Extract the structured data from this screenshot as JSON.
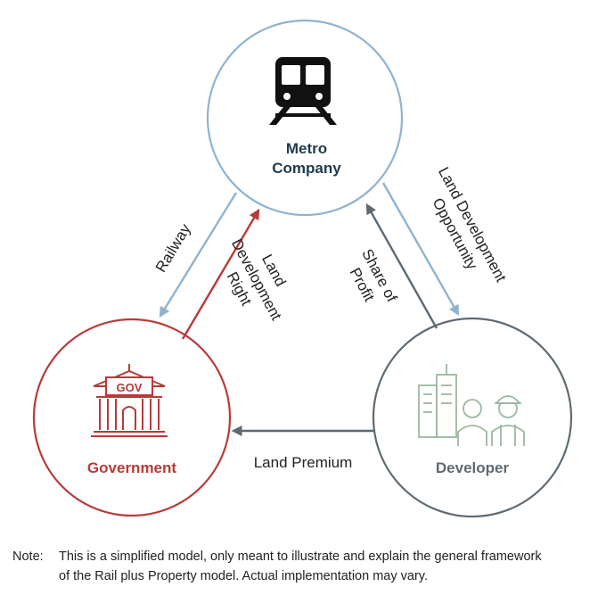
{
  "nodes": {
    "metro": {
      "label_line1": "Metro",
      "label_line2": "Company",
      "icon": "train-icon"
    },
    "government": {
      "label": "Government",
      "icon": "government-building-icon",
      "badge": "GOV"
    },
    "developer": {
      "label": "Developer",
      "icon": "city-and-workers-icon"
    }
  },
  "edges": {
    "railway": "Railway",
    "land_dev_right_line1": "Land",
    "land_dev_right_line2": "Development",
    "land_dev_right_line3": "Right",
    "share_profit_line1": "Share of",
    "share_profit_line2": "Profit",
    "land_dev_opp_line1": "Land Development",
    "land_dev_opp_line2": "Opportunity",
    "land_premium": "Land Premium"
  },
  "colors": {
    "metro": "#8fb3cf",
    "government": "#b83a3a",
    "developer": "#5e6a72",
    "developer_icon": "#9cb8a0",
    "metro_text": "#1f3b4d"
  },
  "note": {
    "label": "Note:",
    "line1": "This is a simplified model, only meant to illustrate and explain the general framework",
    "line2": "of the Rail plus Property model. Actual implementation may vary."
  }
}
